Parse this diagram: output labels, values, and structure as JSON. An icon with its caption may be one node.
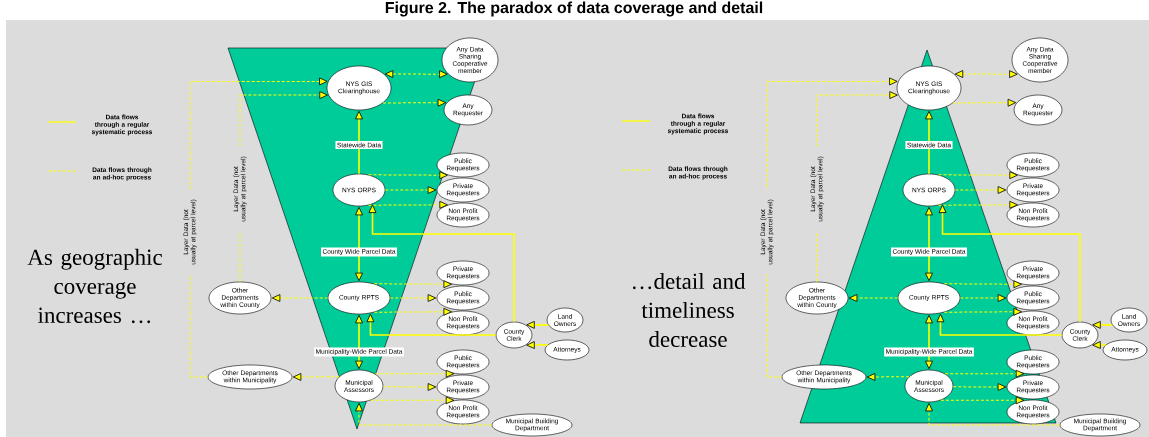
{
  "diagram": {
    "title": "Figure 2. The paradox of data coverage and detail",
    "nodes": [
      {
        "text": [
          "NYS GIS Clearinghouse"
        ]
      },
      {
        "text": [
          "Any Data Sharing Cooperative member"
        ]
      },
      {
        "text": [
          "Any Requester"
        ]
      },
      {
        "text": [
          "NYS ORPS"
        ]
      },
      {
        "text": [
          "Public Requesters"
        ]
      },
      {
        "text": [
          "Private Requesters"
        ]
      },
      {
        "text": [
          "Non Profit Requesters"
        ]
      },
      {
        "text": [
          "Other Departments within County"
        ]
      },
      {
        "text": [
          "County RPTS"
        ]
      },
      {
        "text": [
          "Private Requesters"
        ]
      },
      {
        "text": [
          "Public Requesters"
        ]
      },
      {
        "text": [
          "Non Profit Requesters"
        ]
      },
      {
        "text": [
          "County Clerk"
        ]
      },
      {
        "text": [
          "Land Owners"
        ]
      },
      {
        "text": [
          "Attorneys"
        ]
      },
      {
        "text": [
          "Other Departments within Municipality"
        ]
      },
      {
        "text": [
          "Municipal Assessors"
        ]
      },
      {
        "text": [
          "Public Requesters"
        ]
      },
      {
        "text": [
          "Private Requesters"
        ]
      },
      {
        "text": [
          "Non Profit Requesters"
        ]
      },
      {
        "text": [
          "Municipal Building Department"
        ]
      },
      {
        "text": [
          "NYS GIS Clearinghouse"
        ]
      },
      {
        "text": [
          "Any Data Sharing Cooperative member"
        ]
      },
      {
        "text": [
          "Any Requester"
        ]
      },
      {
        "text": [
          "NYS ORPS"
        ]
      },
      {
        "text": [
          "Public Requesters"
        ]
      },
      {
        "text": [
          "Private Requesters"
        ]
      },
      {
        "text": [
          "Non Profit Requesters"
        ]
      },
      {
        "text": [
          "Other Departments within County"
        ]
      },
      {
        "text": [
          "County RPTS"
        ]
      },
      {
        "text": [
          "Private Requesters"
        ]
      },
      {
        "text": [
          "Public Requesters"
        ]
      },
      {
        "text": [
          "Non Profit Requesters"
        ]
      },
      {
        "text": [
          "County Clerk"
        ]
      },
      {
        "text": [
          "Land Owners"
        ]
      },
      {
        "text": [
          "Attorneys"
        ]
      },
      {
        "text": [
          "Other Departments within Municipality"
        ]
      },
      {
        "text": [
          "Municipal Assessors"
        ]
      },
      {
        "text": [
          "Public Requesters"
        ]
      },
      {
        "text": [
          "Private Requesters"
        ]
      },
      {
        "text": [
          "Non Profit Requesters"
        ]
      },
      {
        "text": [
          "Municipal Building Department"
        ]
      }
    ],
    "edges": [
      {
        "from": 0,
        "to": 1,
        "arrow": "both",
        "style": "dashed"
      },
      {
        "from": 0,
        "to": 2,
        "arrow": "to",
        "style": "dashed"
      },
      {
        "from": 3,
        "to": 0,
        "arrow": "to",
        "label": "Statewide Data"
      },
      {
        "from": 3,
        "to": 4,
        "arrow": "to",
        "style": "dashed"
      },
      {
        "from": 3,
        "to": 5,
        "arrow": "to",
        "style": "dashed"
      },
      {
        "from": 3,
        "to": 6,
        "arrow": "to",
        "style": "dashed"
      },
      {
        "from": 8,
        "to": 3,
        "arrow": "both",
        "label": "County Wide Parcel Data"
      },
      {
        "from": 12,
        "to": 3,
        "arrow": "to"
      },
      {
        "from": 12,
        "to": 8,
        "arrow": "to"
      },
      {
        "from": 13,
        "to": 12,
        "arrow": "to"
      },
      {
        "from": 14,
        "to": 12,
        "arrow": "to"
      },
      {
        "from": 8,
        "to": 7,
        "arrow": "to",
        "style": "dashed"
      },
      {
        "from": 8,
        "to": 9,
        "arrow": "to",
        "style": "dashed"
      },
      {
        "from": 8,
        "to": 10,
        "arrow": "to",
        "style": "dashed"
      },
      {
        "from": 8,
        "to": 11,
        "arrow": "to",
        "style": "dashed"
      },
      {
        "from": 7,
        "to": 0,
        "arrow": "to",
        "style": "dashed",
        "label": "Layer Data (not usually at parcel level)"
      },
      {
        "from": 15,
        "to": 0,
        "arrow": "to",
        "style": "dashed",
        "label": "Layer Data (not usually at parcel level)"
      },
      {
        "from": 16,
        "to": 8,
        "arrow": "both",
        "label": "Municipality-Wide Parcel Data"
      },
      {
        "from": 16,
        "to": 15,
        "arrow": "to",
        "style": "dashed"
      },
      {
        "from": 16,
        "to": 17,
        "arrow": "to",
        "style": "dashed"
      },
      {
        "from": 16,
        "to": 18,
        "arrow": "to",
        "style": "dashed"
      },
      {
        "from": 16,
        "to": 19,
        "arrow": "to",
        "style": "dashed"
      },
      {
        "from": 20,
        "to": 16,
        "arrow": "to",
        "style": "dashed"
      },
      {
        "from": 21,
        "to": 22,
        "arrow": "both",
        "style": "dashed"
      },
      {
        "from": 21,
        "to": 23,
        "arrow": "to",
        "style": "dashed"
      },
      {
        "from": 24,
        "to": 21,
        "arrow": "to",
        "label": "Statewide Data"
      },
      {
        "from": 24,
        "to": 25,
        "arrow": "to",
        "style": "dashed"
      },
      {
        "from": 24,
        "to": 26,
        "arrow": "to",
        "style": "dashed"
      },
      {
        "from": 24,
        "to": 27,
        "arrow": "to",
        "style": "dashed"
      },
      {
        "from": 29,
        "to": 24,
        "arrow": "both",
        "label": "County Wide Parcel Data"
      },
      {
        "from": 33,
        "to": 24,
        "arrow": "to"
      },
      {
        "from": 33,
        "to": 29,
        "arrow": "to"
      },
      {
        "from": 34,
        "to": 33,
        "arrow": "to"
      },
      {
        "from": 35,
        "to": 33,
        "arrow": "to"
      },
      {
        "from": 29,
        "to": 28,
        "arrow": "to",
        "style": "dashed"
      },
      {
        "from": 29,
        "to": 30,
        "arrow": "to",
        "style": "dashed"
      },
      {
        "from": 29,
        "to": 31,
        "arrow": "to",
        "style": "dashed"
      },
      {
        "from": 29,
        "to": 32,
        "arrow": "to",
        "style": "dashed"
      },
      {
        "from": 28,
        "to": 21,
        "arrow": "to",
        "style": "dashed",
        "label": "Layer Data (not usually at parcel level)"
      },
      {
        "from": 36,
        "to": 21,
        "arrow": "to",
        "style": "dashed",
        "label": "Layer Data (not usually at parcel level)"
      },
      {
        "from": 37,
        "to": 29,
        "arrow": "both",
        "label": "Municipality-Wide Parcel Data"
      },
      {
        "from": 37,
        "to": 36,
        "arrow": "to",
        "style": "dashed"
      },
      {
        "from": 37,
        "to": 38,
        "arrow": "to",
        "style": "dashed"
      },
      {
        "from": 37,
        "to": 39,
        "arrow": "to",
        "style": "dashed"
      },
      {
        "from": 37,
        "to": 40,
        "arrow": "to",
        "style": "dashed"
      },
      {
        "from": 41,
        "to": 37,
        "arrow": "to",
        "style": "dashed"
      }
    ],
    "labels": [
      "As geographic coverage increases …",
      "…detail and timeliness decrease"
    ],
    "legend": [
      {
        "text": "Data flows through a regular systematic process"
      },
      {
        "text": "Data flows through an ad-hoc process"
      },
      {
        "text": "Data flows through a regular systematic process"
      },
      {
        "text": "Data flows through an ad-hoc process"
      }
    ]
  }
}
